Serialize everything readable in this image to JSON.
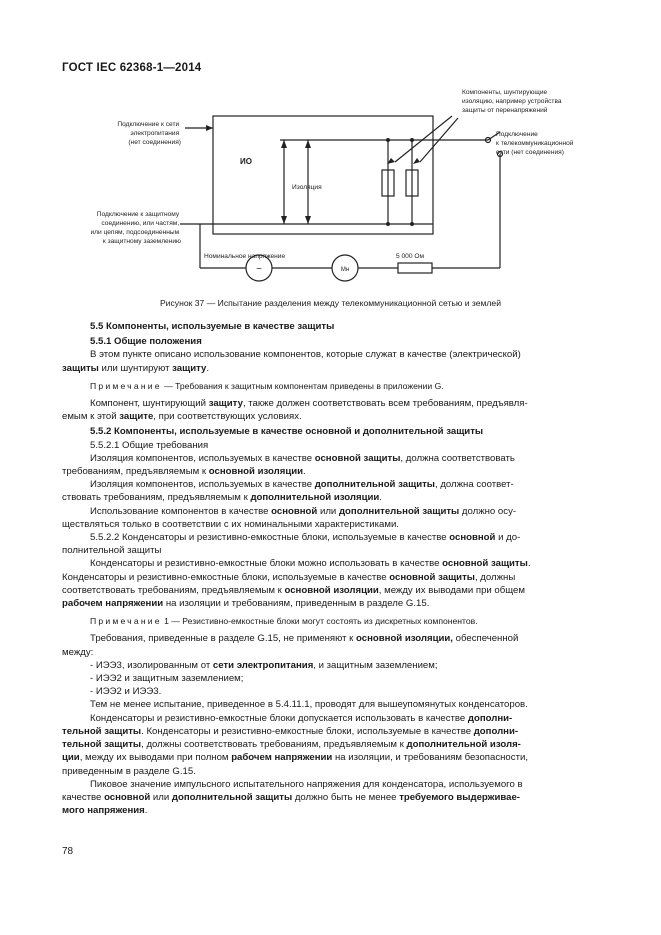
{
  "header": {
    "standard": "ГОСТ IEC 62368-1—2014"
  },
  "figure": {
    "label_mains": [
      "Подключение к сети",
      "электропитания",
      "(нет соединения)"
    ],
    "label_io": "ИО",
    "label_insulation": "Изоляция",
    "label_components": [
      "Компоненты, шунтирующие",
      "изоляцию, например устройства",
      "защиты от перенапряжений"
    ],
    "label_telecom": [
      "Подключение",
      "к телекоммуникационной",
      "сети (нет соединения)"
    ],
    "label_earth": [
      "Подключение к защитному",
      "соединению, или частям,",
      "или цепям, подсоединенным",
      "к защитному заземлению"
    ],
    "label_voltage": "Номинальное напряжение",
    "label_resistor": "5 000 Ом",
    "label_meter": "Мн",
    "label_source": "~",
    "caption": "Рисунок 37 — Испытание разделения между телекоммуникационной сетью и землей"
  },
  "content": {
    "h55": "5.5 Компоненты, используемые в качестве защиты",
    "h551": "5.5.1 Общие положения",
    "p1a": "В этом пункте описано использование компонентов, которые служат в качестве (электрической)",
    "p1b_b1": "защиты",
    "p1b_t1": " или шунтируют ",
    "p1b_b2": "защиту",
    "p1b_t2": ".",
    "note1_label": "Примечание",
    "note1_text": " — Требования к защитным компонентам приведены в приложении G.",
    "p2a_t1": "Компонент, шунтирующий ",
    "p2a_b1": "защиту",
    "p2a_t2": ", также должен соответствовать всем требованиям, предъявля-",
    "p2b_t1": "емым к этой ",
    "p2b_b1": "защите",
    "p2b_t2": ", при соответствующих условиях.",
    "h552": "5.5.2 Компоненты, используемые в качестве основной и дополнительной защиты",
    "h5521": "5.5.2.1 Общие требования",
    "p3a_t1": "Изоляция компонентов, используемых в качестве ",
    "p3a_b1": "основной защиты",
    "p3a_t2": ", должна соответствовать",
    "p3b_t1": "требованиям, предъявляемым к ",
    "p3b_b1": "основной изоляции",
    "p3b_t2": ".",
    "p4a_t1": "Изоляция компонентов, используемых в качестве ",
    "p4a_b1": "дополнительной защиты",
    "p4a_t2": ", должна соответ-",
    "p4b_t1": "ствовать требованиям, предъявляемым к ",
    "p4b_b1": "дополнительной изоляции",
    "p4b_t2": ".",
    "p5a_t1": "Использование компонентов в качестве ",
    "p5a_b1": "основной",
    "p5a_t2": " или ",
    "p5a_b2": "дополнительной защиты",
    "p5a_t3": " должно осу-",
    "p5b": "ществляться только в соответствии с их номинальными характеристиками.",
    "p6a_t1": "5.5.2.2 Конденсаторы и резистивно-емкостные блоки, используемые в качестве ",
    "p6a_b1": "основной",
    "p6a_t2": " и до-",
    "p6b": "полнительной защиты",
    "p7a_t1": "Конденсаторы и резистивно-емкостные блоки можно использовать в качестве ",
    "p7a_b1": "основной защиты",
    "p7a_t2": ".",
    "p7b_t1": "Конденсаторы и резистивно-емкостные блоки, используемые в качестве ",
    "p7b_b1": "основной защиты",
    "p7b_t2": ", должны",
    "p7c_t1": "соответствовать требованиям, предъявляемым к ",
    "p7c_b1": "основной изоляции",
    "p7c_t2": ", между их выводами при общем",
    "p7d_b1": "рабочем напряжении",
    "p7d_t1": " на изоляции и требованиям, приведенным в разделе G.15.",
    "note2_label": "Примечание",
    "note2_text": " 1 — Резистивно-емкостные блоки могут состоять из дискретных компонентов.",
    "p8a_t1": "Требования, приведенные в разделе G.15, не применяют к ",
    "p8a_b1": "основной изоляции,",
    "p8a_t2": " обеспеченной",
    "p8b": "между:",
    "li1_t1": "- ИЭЭ3, изолированным от ",
    "li1_b1": "сети электропитания",
    "li1_t2": ", и защитным заземлением;",
    "li2": "- ИЭЭ2 и защитным заземлением;",
    "li3": "- ИЭЭ2 и ИЭЭ3.",
    "p9": "Тем не менее испытание, приведенное в 5.4.11.1, проводят для вышеупомянутых конденсаторов.",
    "p10a_t1": "Конденсаторы и резистивно-емкостные блоки допускается использовать в качестве ",
    "p10a_b1": "дополни-",
    "p10b_b1": "тельной защиты",
    "p10b_t1": ". Конденсаторы и резистивно-емкостные блоки, используемые в качестве ",
    "p10b_b2": "дополни-",
    "p10c_b1": "тельной защиты",
    "p10c_t1": ", должны соответствовать требованиям, предъявляемым к ",
    "p10c_b2": "дополнительной изоля-",
    "p10d_b1": "ции",
    "p10d_t1": ", между их выводами при полном ",
    "p10d_b2": "рабочем напряжении",
    "p10d_t2": " на изоляции, и требованиям безопасности,",
    "p10e": "приведенным в разделе G.15.",
    "p11a": "Пиковое значение импульсного испытательного напряжения для конденсатора, используемого в",
    "p11b_t1": "качестве ",
    "p11b_b1": "основной",
    "p11b_t2": " или ",
    "p11b_b2": "дополнительной защиты",
    "p11b_t3": " должно быть не менее ",
    "p11b_b3": "требуемого выдерживае-",
    "p11c_b1": "мого напряжения",
    "p11c_t1": "."
  },
  "footer": {
    "page_number": "78"
  }
}
